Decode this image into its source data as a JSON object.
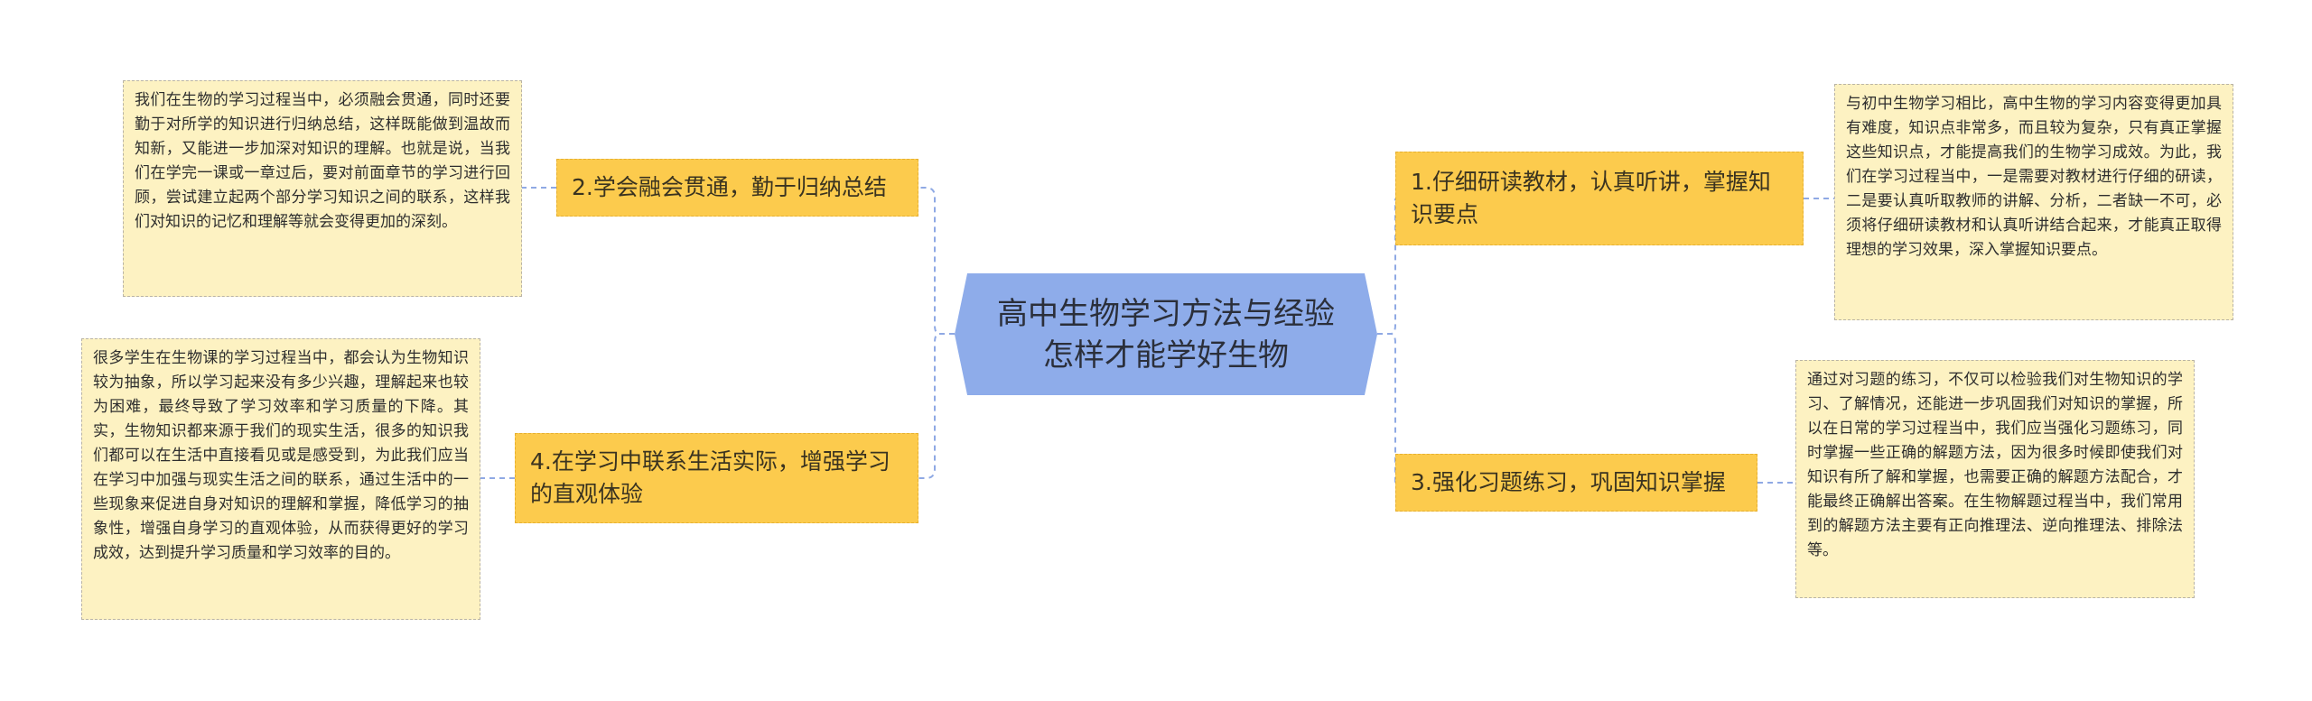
{
  "center": {
    "title": "高中生物学习方法与经验\n怎样才能学好生物"
  },
  "branches": [
    {
      "label": "2.学会融会贯通，勤于归纳总结",
      "detail": "我们在生物的学习过程当中，必须融会贯通，同时还要勤于对所学的知识进行归纳总结，这样既能做到温故而知新，又能进一步加深对知识的理解。也就是说，当我们在学完一课或一章过后，要对前面章节的学习进行回顾，尝试建立起两个部分学习知识之间的联系，这样我们对知识的记忆和理解等就会变得更加的深刻。"
    },
    {
      "label": "4.在学习中联系生活实际，增强学习的直观体验",
      "detail": "很多学生在生物课的学习过程当中，都会认为生物知识较为抽象，所以学习起来没有多少兴趣，理解起来也较为困难，最终导致了学习效率和学习质量的下降。其实，生物知识都来源于我们的现实生活，很多的知识我们都可以在生活中直接看见或是感受到，为此我们应当在学习中加强与现实生活之间的联系，通过生活中的一些现象来促进自身对知识的理解和掌握，降低学习的抽象性，增强自身学习的直观体验，从而获得更好的学习成效，达到提升学习质量和学习效率的目的。"
    },
    {
      "label": "1.仔细研读教材，认真听讲，掌握知识要点",
      "detail": "与初中生物学习相比，高中生物的学习内容变得更加具有难度，知识点非常多，而且较为复杂，只有真正掌握这些知识点，才能提高我们的生物学习成效。为此，我们在学习过程当中，一是需要对教材进行仔细的研读，二是要认真听取教师的讲解、分析，二者缺一不可，必须将仔细研读教材和认真听讲结合起来，才能真正取得理想的学习效果，深入掌握知识要点。"
    },
    {
      "label": "3.强化习题练习，巩固知识掌握",
      "detail": "通过对习题的练习，不仅可以检验我们对生物知识的学习、了解情况，还能进一步巩固我们对知识的掌握，所以在日常的学习过程当中，我们应当强化习题练习，同时掌握一些正确的解题方法，因为很多时候即使我们对知识有所了解和掌握，也需要正确的解题方法配合，才能最终正确解出答案。在生物解题过程当中，我们常用到的解题方法主要有正向推理法、逆向推理法、排除法等。"
    }
  ],
  "colors": {
    "center_fill": "#8eacea",
    "branch_fill": "#fccb4d",
    "detail_fill": "#fdf2c2",
    "connector": "#8fa9e4"
  }
}
